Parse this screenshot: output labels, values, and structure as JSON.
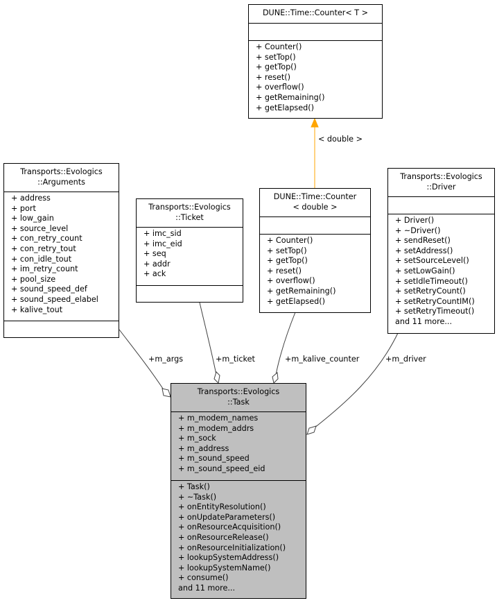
{
  "classes": {
    "counter_t": {
      "title": [
        "DUNE::Time::Counter< T >"
      ],
      "attributes": [],
      "methods": [
        "+ Counter()",
        "+ setTop()",
        "+ getTop()",
        "+ reset()",
        "+ overflow()",
        "+ getRemaining()",
        "+ getElapsed()"
      ]
    },
    "arguments": {
      "title": [
        "Transports::Evologics",
        "::Arguments"
      ],
      "attributes": [
        "+ address",
        "+ port",
        "+ low_gain",
        "+ source_level",
        "+ con_retry_count",
        "+ con_retry_tout",
        "+ con_idle_tout",
        "+ im_retry_count",
        "+ pool_size",
        "+ sound_speed_def",
        "+ sound_speed_elabel",
        "+ kalive_tout"
      ],
      "methods": []
    },
    "ticket": {
      "title": [
        "Transports::Evologics",
        "::Ticket"
      ],
      "attributes": [
        "+ imc_sid",
        "+ imc_eid",
        "+ seq",
        "+ addr",
        "+ ack"
      ],
      "methods": []
    },
    "counter_double": {
      "title": [
        "DUNE::Time::Counter",
        "< double >"
      ],
      "attributes": [],
      "methods": [
        "+ Counter()",
        "+ setTop()",
        "+ getTop()",
        "+ reset()",
        "+ overflow()",
        "+ getRemaining()",
        "+ getElapsed()"
      ]
    },
    "driver": {
      "title": [
        "Transports::Evologics",
        "::Driver"
      ],
      "attributes": [],
      "methods": [
        "+ Driver()",
        "+ ~Driver()",
        "+ sendReset()",
        "+ setAddress()",
        "+ setSourceLevel()",
        "+ setLowGain()",
        "+ setIdleTimeout()",
        "+ setRetryCount()",
        "+ setRetryCountIM()",
        "+ setRetryTimeout()",
        "and 11 more..."
      ]
    },
    "task": {
      "title": [
        "Transports::Evologics",
        "::Task"
      ],
      "attributes": [
        "+ m_modem_names",
        "+ m_modem_addrs",
        "+ m_sock",
        "+ m_address",
        "+ m_sound_speed",
        "+ m_sound_speed_eid"
      ],
      "methods": [
        "+ Task()",
        "+ ~Task()",
        "+ onEntityResolution()",
        "+ onUpdateParameters()",
        "+ onResourceAcquisition()",
        "+ onResourceRelease()",
        "+ onResourceInitialization()",
        "+ lookupSystemAddress()",
        "+ lookupSystemName()",
        "+ consume()",
        "and 11 more..."
      ]
    }
  },
  "edges": {
    "template": "< double >",
    "args": "+m_args",
    "ticket": "+m_ticket",
    "kalive": "+m_kalive_counter",
    "driver": "+m_driver"
  },
  "colors": {
    "inheritance_arrow": "#ffa500",
    "task_fill": "#bfbfbf",
    "line": "#404040"
  }
}
